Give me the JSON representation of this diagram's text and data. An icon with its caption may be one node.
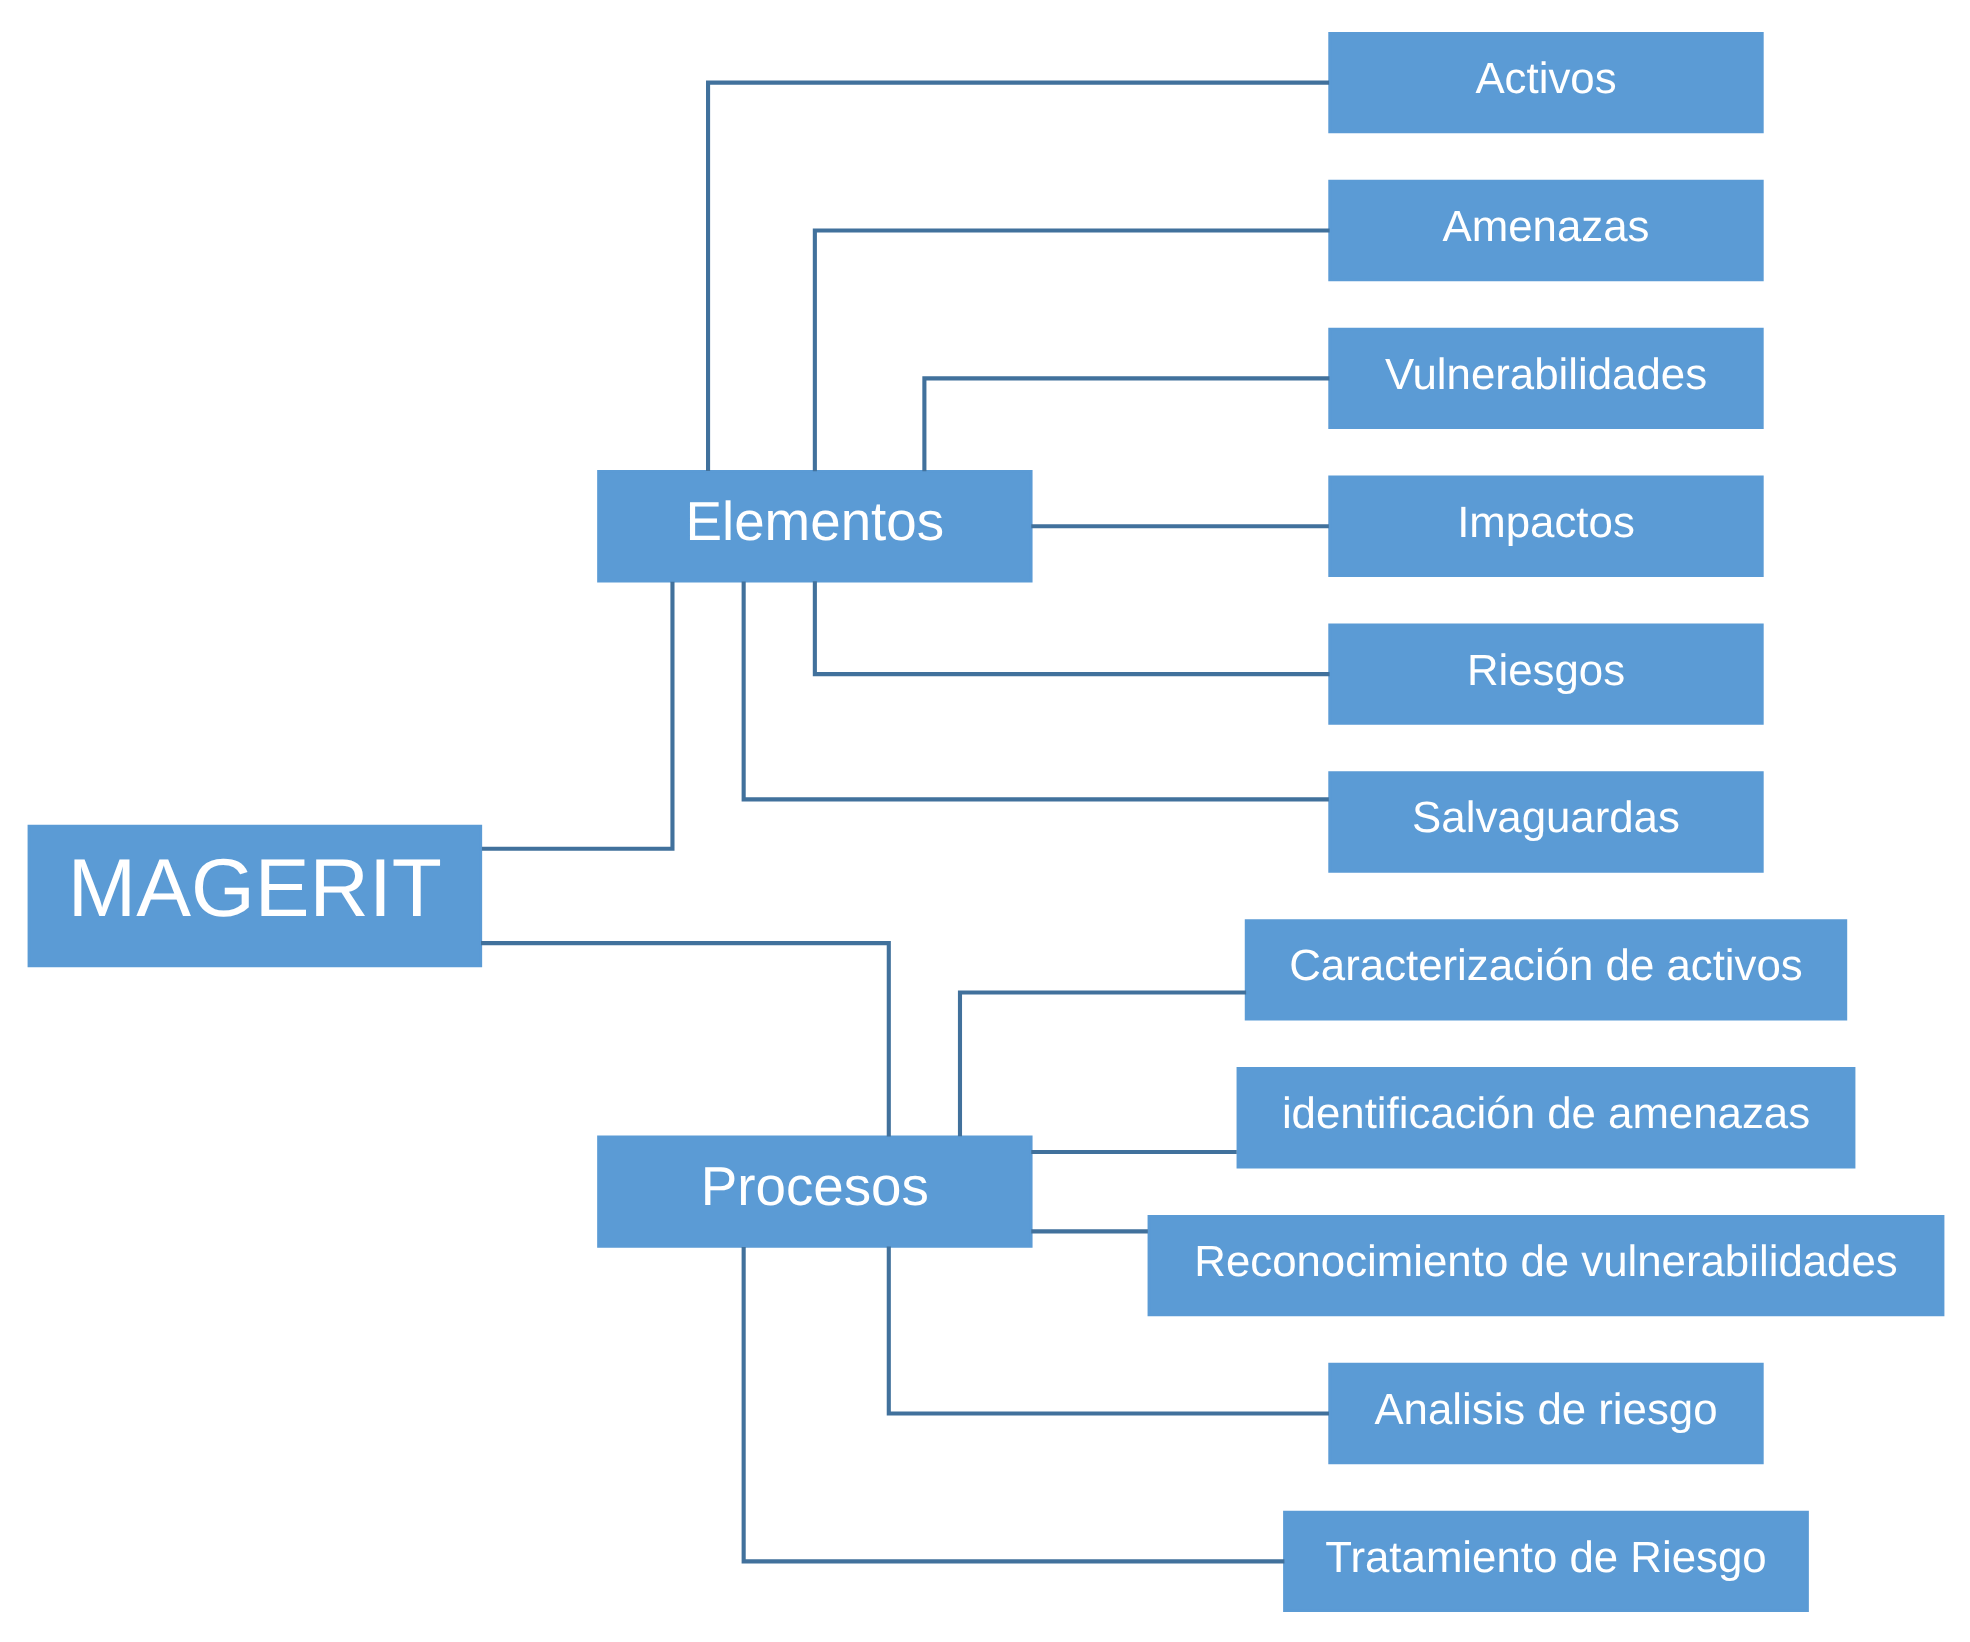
{
  "diagram": {
    "nodes": [
      {
        "text": [
          "MAGERIT"
        ]
      },
      {
        "text": [
          "Elementos"
        ]
      },
      {
        "text": [
          "Procesos"
        ]
      },
      {
        "text": [
          "Activos"
        ]
      },
      {
        "text": [
          "Amenazas"
        ]
      },
      {
        "text": [
          "Vulnerabilidades"
        ]
      },
      {
        "text": [
          "Impactos"
        ]
      },
      {
        "text": [
          "Riesgos"
        ]
      },
      {
        "text": [
          "Salvaguardas"
        ]
      },
      {
        "text": [
          "Caracterización de activos"
        ]
      },
      {
        "text": [
          "identificación de amenazas"
        ]
      },
      {
        "text": [
          "Reconocimiento de vulnerabilidades"
        ]
      },
      {
        "text": [
          "Analisis de riesgo"
        ]
      },
      {
        "text": [
          "Tratamiento de Riesgo"
        ]
      }
    ],
    "edges": [
      {
        "from": 0,
        "to": 1,
        "arrow": "none"
      },
      {
        "from": 0,
        "to": 2,
        "arrow": "none"
      },
      {
        "from": 1,
        "to": 3,
        "arrow": "none"
      },
      {
        "from": 1,
        "to": 4,
        "arrow": "none"
      },
      {
        "from": 1,
        "to": 5,
        "arrow": "none"
      },
      {
        "from": 1,
        "to": 6,
        "arrow": "none"
      },
      {
        "from": 1,
        "to": 7,
        "arrow": "none"
      },
      {
        "from": 1,
        "to": 8,
        "arrow": "none"
      },
      {
        "from": 2,
        "to": 9,
        "arrow": "none"
      },
      {
        "from": 2,
        "to": 10,
        "arrow": "none"
      },
      {
        "from": 2,
        "to": 11,
        "arrow": "none"
      },
      {
        "from": 2,
        "to": 12,
        "arrow": "none"
      },
      {
        "from": 2,
        "to": 13,
        "arrow": "none"
      }
    ]
  }
}
